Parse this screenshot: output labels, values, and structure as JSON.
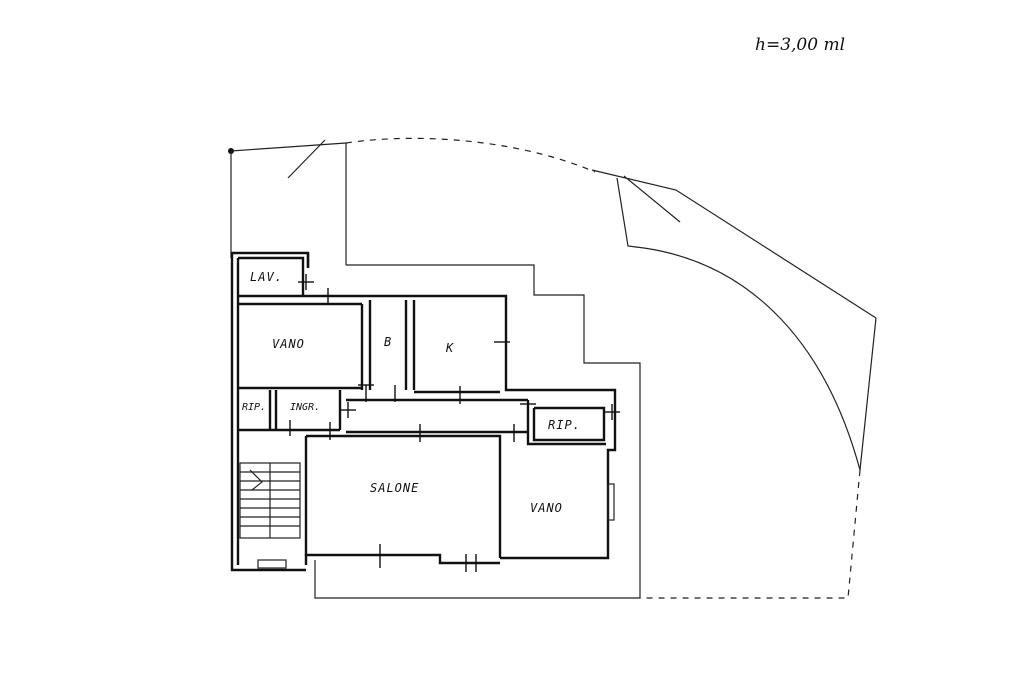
{
  "height_note": "h=3,00 ml",
  "rooms": {
    "lav": "LAV.",
    "vano_top": "VANO",
    "bagno": "B",
    "kitchen": "K",
    "rip_left": "RIP.",
    "ingr": "INGR.",
    "rip_right": "RIP.",
    "salone": "SALONE",
    "vano_right": "VANO"
  }
}
